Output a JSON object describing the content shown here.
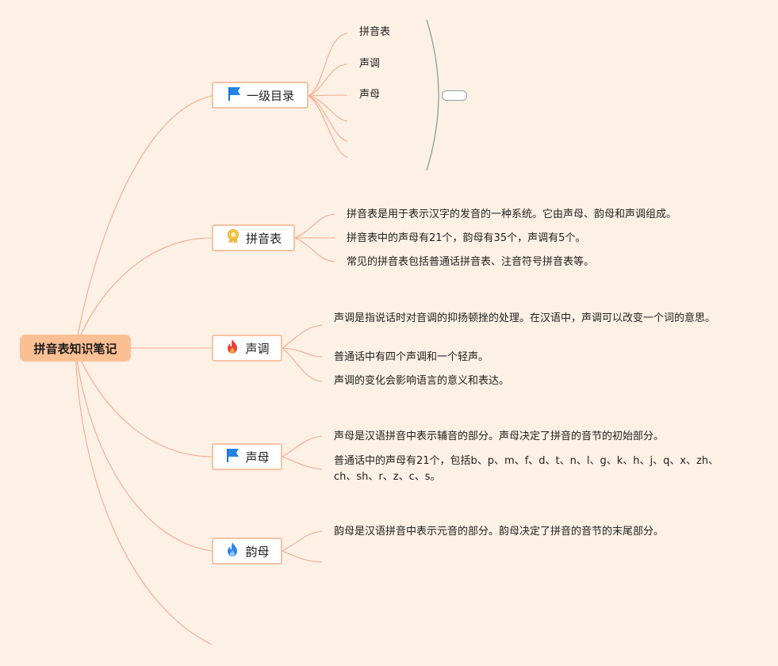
{
  "root": {
    "label": "拼音表知识笔记"
  },
  "topics": [
    {
      "id": "toc",
      "label": "一级目录",
      "icon": "blue-flag-icon",
      "children": [
        "拼音表",
        "声调",
        "声母"
      ]
    },
    {
      "id": "pinyin",
      "label": "拼音表",
      "icon": "award-ribbon-icon",
      "children": [
        "拼音表是用于表示汉字的发音的一种系统。它由声母、韵母和声调组成。",
        "拼音表中的声母有21个，韵母有35个，声调有5个。",
        "常见的拼音表包括普通话拼音表、注音符号拼音表等。"
      ]
    },
    {
      "id": "tone",
      "label": "声调",
      "icon": "red-fire-icon",
      "children": [
        "声调是指说话时对音调的抑扬顿挫的处理。在汉语中，声调可以改变一个词的意思。",
        "普通话中有四个声调和一个轻声。",
        "声调的变化会影响语言的意义和表达。"
      ]
    },
    {
      "id": "initial",
      "label": "声母",
      "icon": "blue-flag-icon",
      "children": [
        "声母是汉语拼音中表示辅音的部分。声母决定了拼音的音节的初始部分。",
        "普通话中的声母有21个，包括b、p、m、f、d、t、n、l、g、k、h、j、q、x、zh、ch、sh、r、z、c、s。"
      ]
    },
    {
      "id": "final",
      "label": "韵母",
      "icon": "blue-fire-icon",
      "children": [
        "韵母是汉语拼音中表示元音的部分。韵母决定了拼音的音节的末尾部分。"
      ]
    }
  ],
  "colors": {
    "background": "#fdf0e5",
    "root_fill": "#fbbf94",
    "topic_border": "#f6c3a3",
    "branch_line": "#f5a98a",
    "summary_bracket": "#7f9a92"
  }
}
